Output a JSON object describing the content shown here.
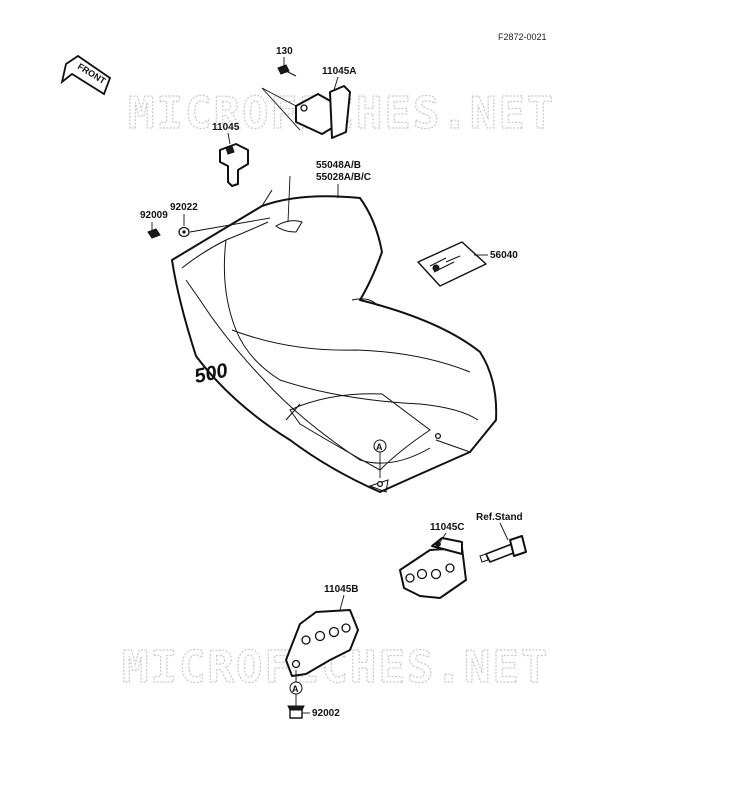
{
  "diagram": {
    "figure_code": "F2872-0021",
    "direction_arrow": "FRONT",
    "watermark": "MICROFICHES.NET",
    "fairing_marking": "500",
    "reference_marker": "A",
    "callouts": {
      "p130": "130",
      "p11045A": "11045A",
      "p11045": "11045",
      "p55048": "55048A/B",
      "p55028": "55028A/B/C",
      "p92022": "92022",
      "p92009": "92009",
      "p56040": "56040",
      "p11045C": "11045C",
      "pRef": "Ref.Stand",
      "p11045B": "11045B",
      "p92002": "92002"
    }
  }
}
